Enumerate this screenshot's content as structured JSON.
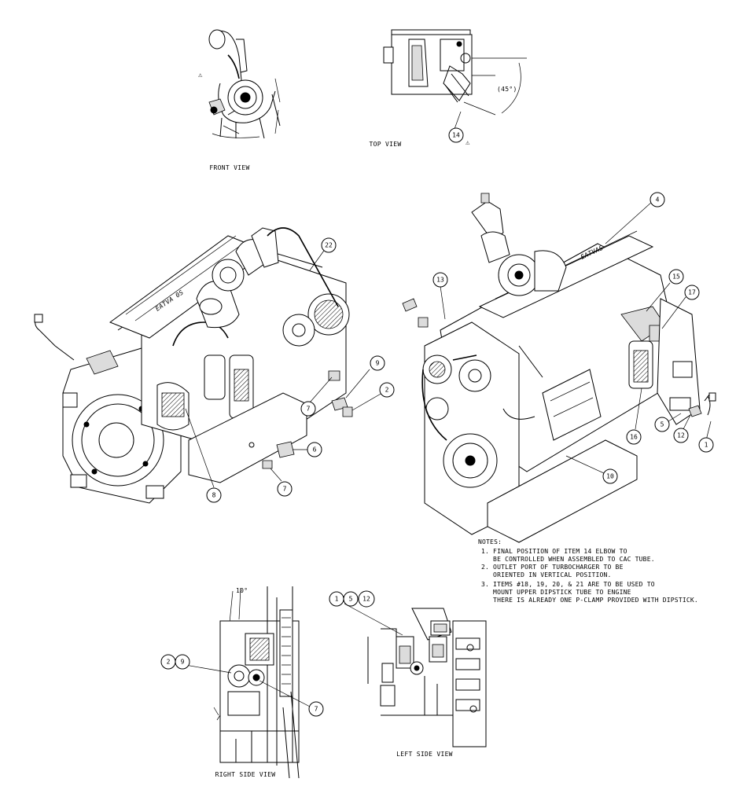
{
  "views": {
    "front": "FRONT VIEW",
    "top": "TOP VIEW",
    "right_side": "RIGHT SIDE VIEW",
    "left_side": "LEFT SIDE VIEW"
  },
  "angles": {
    "top_view": "(45°)",
    "right_side_view": "10°"
  },
  "notes": {
    "heading": "NOTES:",
    "lines": [
      "1. FINAL POSITION OF ITEM 14 ELBOW TO",
      "   BE CONTROLLED WHEN ASSEMBLED TO CAC TUBE.",
      "2. OUTLET PORT OF TURBOCHARGER TO BE",
      "   ORIENTED IN VERTICAL POSITION.",
      "3. ITEMS #18, 19, 20, & 21 ARE TO BE USED TO",
      "   MOUNT UPPER DIPSTICK TUBE TO ENGINE",
      "   THERE IS ALREADY ONE P-CLAMP PROVIDED WITH DIPSTICK."
    ]
  },
  "warning_symbol": "⚠",
  "callouts": [
    {
      "id": "c14-top",
      "label": "14"
    },
    {
      "id": "c22",
      "label": "22"
    },
    {
      "id": "c9",
      "label": "9"
    },
    {
      "id": "c7a",
      "label": "7"
    },
    {
      "id": "c2",
      "label": "2"
    },
    {
      "id": "c6",
      "label": "6"
    },
    {
      "id": "c7b",
      "label": "7"
    },
    {
      "id": "c8",
      "label": "8"
    },
    {
      "id": "c4",
      "label": "4"
    },
    {
      "id": "c13",
      "label": "13"
    },
    {
      "id": "c15",
      "label": "15"
    },
    {
      "id": "c17",
      "label": "17"
    },
    {
      "id": "c16",
      "label": "16"
    },
    {
      "id": "c5",
      "label": "5"
    },
    {
      "id": "c12",
      "label": "12"
    },
    {
      "id": "c1",
      "label": "1"
    },
    {
      "id": "c10",
      "label": "10"
    },
    {
      "id": "rs2",
      "label": "2"
    },
    {
      "id": "rs9",
      "label": "9"
    },
    {
      "id": "rs7",
      "label": "7"
    },
    {
      "id": "ls1",
      "label": "1"
    },
    {
      "id": "ls5",
      "label": "5"
    },
    {
      "id": "ls12",
      "label": "12"
    }
  ]
}
